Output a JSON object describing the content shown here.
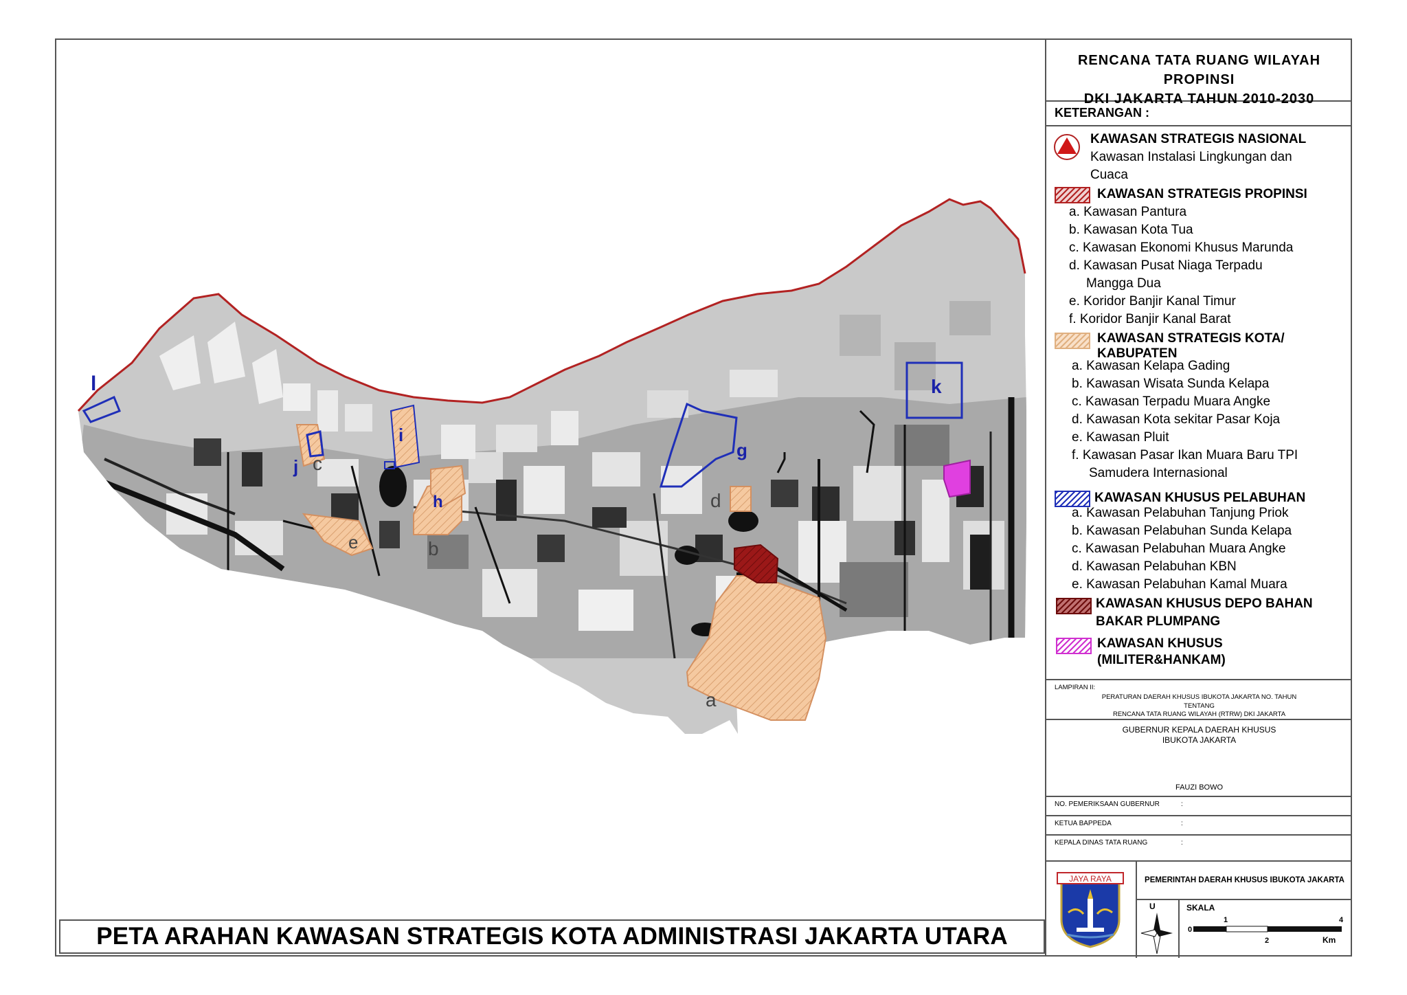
{
  "map": {
    "title": "PETA ARAHAN KAWASAN STRATEGIS KOTA ADMINISTRASI JAKARTA UTARA",
    "labels": {
      "a": "a",
      "b": "b",
      "c": "c",
      "d": "d",
      "e": "e",
      "h": "h",
      "g": "g",
      "i": "i",
      "j": "j",
      "k": "k",
      "l": "l"
    },
    "colors": {
      "land_light": "#c8c8c8",
      "land_mid": "#a6a6a6",
      "dark_block": "#262626",
      "coastline": "#b22222",
      "propinsi_fill": "#f5c9a0",
      "pelabuhan_stroke": "#1f2fb8",
      "depo_fill": "#8b1010",
      "militer_fill": "#e040e0",
      "label_blue": "#1a22a8"
    }
  },
  "legend": {
    "title_line1": "RENCANA TATA RUANG WILAYAH PROPINSI",
    "title_line2": "DKI JAKARTA TAHUN 2010-2030",
    "keterangan": "KETERANGAN :",
    "nasional": {
      "heading": "KAWASAN STRATEGIS NASIONAL",
      "item_line1": "Kawasan Instalasi Lingkungan dan",
      "item_line2": "Cuaca"
    },
    "propinsi": {
      "heading": "KAWASAN STRATEGIS PROPINSI",
      "items": [
        "a. Kawasan Pantura",
        "b. Kawasan Kota Tua",
        "c. Kawasan Ekonomi Khusus Marunda",
        "d. Kawasan Pusat Niaga Terpadu",
        "Mangga Dua",
        "e. Koridor Banjir Kanal Timur",
        "f.  Koridor Banjir Kanal Barat"
      ]
    },
    "kota": {
      "heading_line1": "KAWASAN STRATEGIS KOTA/",
      "heading_line2": "KABUPATEN",
      "items": [
        "a. Kawasan Kelapa Gading",
        "b. Kawasan Wisata Sunda Kelapa",
        "c. Kawasan Terpadu Muara Angke",
        "d. Kawasan Kota sekitar Pasar Koja",
        "e. Kawasan Pluit",
        "f.  Kawasan Pasar Ikan Muara Baru TPI",
        "Samudera Internasional"
      ]
    },
    "pelabuhan": {
      "heading": "KAWASAN KHUSUS PELABUHAN",
      "items": [
        "a. Kawasan Pelabuhan Tanjung Priok",
        "b. Kawasan Pelabuhan Sunda Kelapa",
        "c. Kawasan Pelabuhan Muara Angke",
        "d. Kawasan Pelabuhan KBN",
        "e. Kawasan Pelabuhan Kamal Muara"
      ]
    },
    "depo": {
      "heading_line1": "KAWASAN KHUSUS DEPO BAHAN",
      "heading_line2": "BAKAR PLUMPANG"
    },
    "militer": {
      "heading_line1": "KAWASAN KHUSUS",
      "heading_line2": "(MILITER&HANKAM)"
    },
    "lampiran": {
      "label": "LAMPIRAN II:",
      "line1": "PERATURAN DAERAH KHUSUS IBUKOTA JAKARTA NO.    TAHUN",
      "line2": "TENTANG",
      "line3": "RENCANA TATA RUANG WILAYAH (RTRW) DKI JAKARTA"
    },
    "gubernur": {
      "line1": "GUBERNUR KEPALA DAERAH KHUSUS",
      "line2": "IBUKOTA JAKARTA",
      "name": "FAUZI BOWO"
    },
    "sign_rows": [
      {
        "label": "NO. PEMERIKSAAN GUBERNUR",
        "colon": ":"
      },
      {
        "label": "KETUA BAPPEDA",
        "colon": ":"
      },
      {
        "label": "KEPALA DINAS TATA RUANG",
        "colon": ":"
      }
    ],
    "footer": {
      "logo_banner": "JAYA RAYA",
      "pemerintah": "PEMERINTAH DAERAH KHUSUS IBUKOTA JAKARTA",
      "north": "U",
      "skala_label": "SKALA",
      "scale_ticks": [
        "0",
        "1",
        "2",
        "4"
      ],
      "scale_unit": "Km"
    }
  }
}
